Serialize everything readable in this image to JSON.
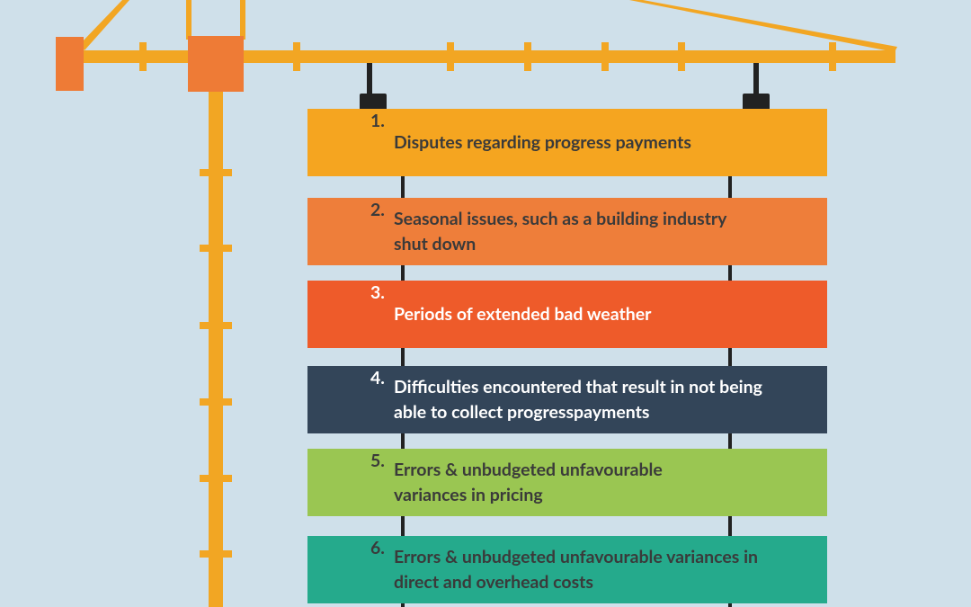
{
  "colors": {
    "background": "#cfe0ea",
    "crane_yellow": "#f2a623",
    "crane_orange": "#ee7b36",
    "rope": "#222222"
  },
  "items": [
    {
      "number": "1.",
      "text": "Disputes regarding progress payments",
      "color": "#f5a520",
      "text_color": "#3a3a3a"
    },
    {
      "number": "2.",
      "text": "Seasonal issues, such as a building industry shut down",
      "color": "#ee7e3a",
      "text_color": "#3a3a3a"
    },
    {
      "number": "3.",
      "text": "Periods of extended bad weather",
      "color": "#ee5b2a",
      "text_color": "#ffffff"
    },
    {
      "number": "4.",
      "text": "Difficulties encountered that result in not being able to collect progresspayments",
      "color": "#334559",
      "text_color": "#ffffff"
    },
    {
      "number": "5.",
      "text": "Errors & unbudgeted unfavourable variances in pricing",
      "color": "#9ac652",
      "text_color": "#3a3a3a"
    },
    {
      "number": "6.",
      "text": "Errors & unbudgeted unfavourable variances in direct and overhead costs",
      "color": "#25aa8c",
      "text_color": "#3a3a3a"
    }
  ]
}
